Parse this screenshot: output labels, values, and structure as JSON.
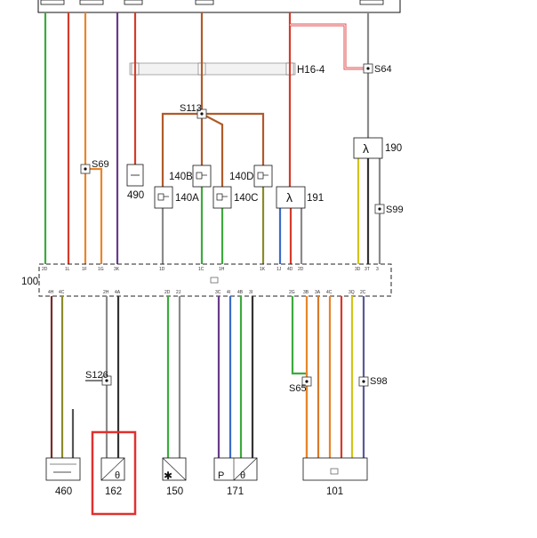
{
  "connectors": {
    "h16_4": "H16-4",
    "c100": "100"
  },
  "splices": {
    "s64": "S64",
    "s69": "S69",
    "s113": "S113",
    "s99": "S99",
    "s126": "S126",
    "s65": "S65",
    "s98": "S98"
  },
  "components": {
    "c490": "490",
    "c140a": "140A",
    "c140b": "140B",
    "c140c": "140C",
    "c140d": "140D",
    "c191": "191",
    "c190": "190",
    "c460": "460",
    "c162": "162",
    "c150": "150",
    "c171": "171",
    "c101": "101"
  },
  "symbols": {
    "lambda_190": "λ",
    "lambda_191": "λ",
    "theta_162": "θ",
    "theta_171": "θ",
    "p_171": "P",
    "fan_150": "✱"
  },
  "pins_100_upper": [
    "2D",
    "1L",
    "1F",
    "1G",
    "3K",
    "1D",
    "1C",
    "1H",
    "1K",
    "1J",
    "4D",
    "2D",
    "3D",
    "3T",
    "3"
  ],
  "pins_100_lower": [
    "4H",
    "4C",
    "2H",
    "4A",
    "2D",
    "2J",
    "3C",
    "4I",
    "4B",
    "3I",
    "2G",
    "3B",
    "3A",
    "4C",
    "3Q",
    "2C"
  ],
  "highlight_color": "#e03030",
  "colors": {
    "green": "#3daa3d",
    "red": "#d63a2a",
    "orange": "#e8852a",
    "purple": "#6a3a8a",
    "grey": "#8a8a8a",
    "brown": "#8b4a2a",
    "yellow": "#d4c21a",
    "blue": "#3b6cc8",
    "dark": "#333333"
  }
}
